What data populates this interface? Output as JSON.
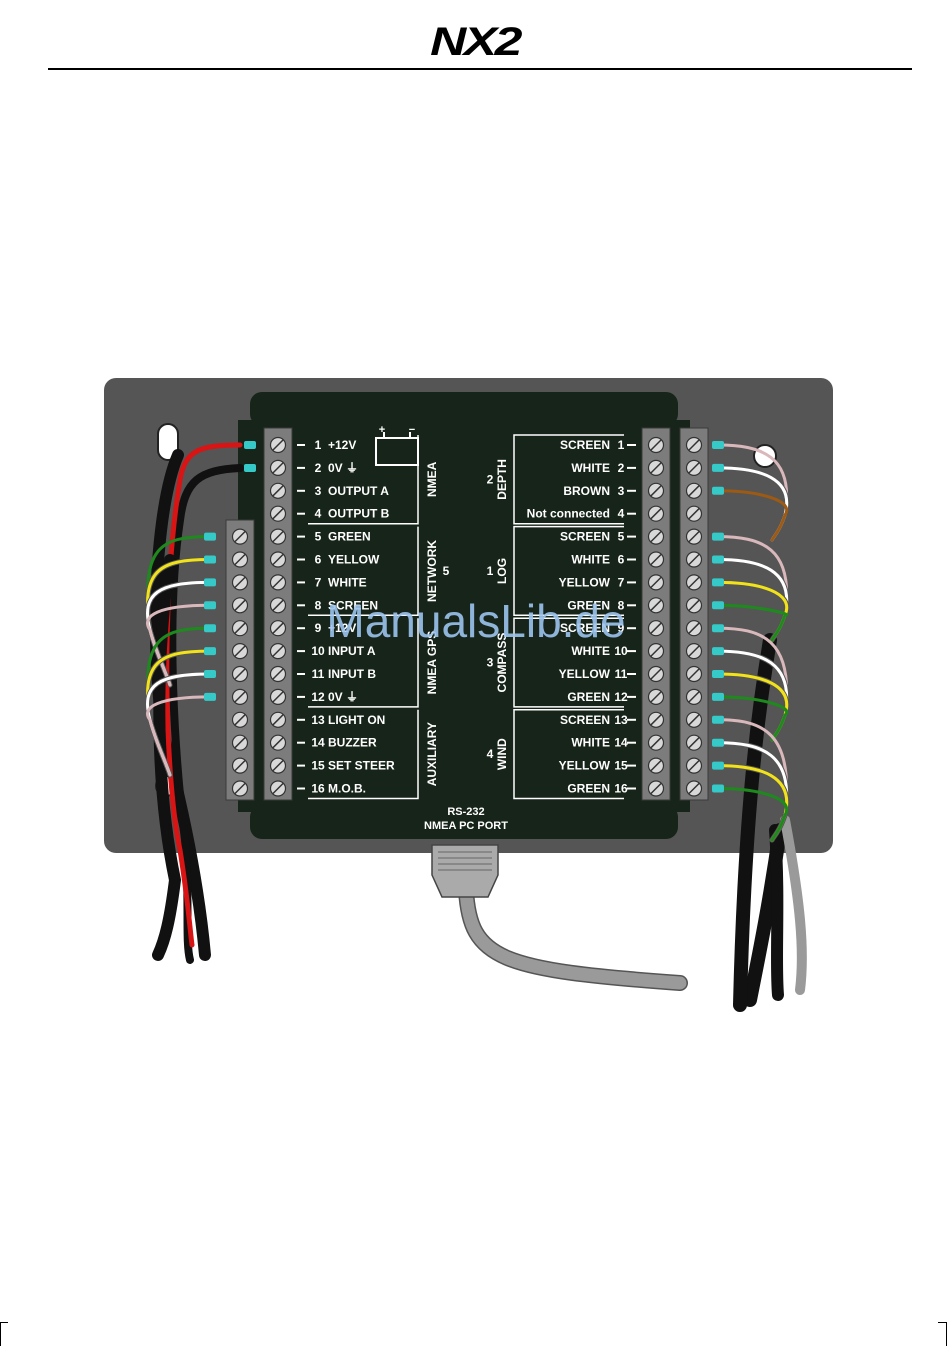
{
  "header": {
    "logo": "NX2"
  },
  "diagram": {
    "left_terminals": [
      {
        "num": "1",
        "label": "+12V"
      },
      {
        "num": "2",
        "label": "0V ⏚"
      },
      {
        "num": "3",
        "label": "OUTPUT A"
      },
      {
        "num": "4",
        "label": "OUTPUT B"
      },
      {
        "num": "5",
        "label": "GREEN"
      },
      {
        "num": "6",
        "label": "YELLOW"
      },
      {
        "num": "7",
        "label": "WHITE"
      },
      {
        "num": "8",
        "label": "SCREEN"
      },
      {
        "num": "9",
        "label": "+12V"
      },
      {
        "num": "10",
        "label": "INPUT A"
      },
      {
        "num": "11",
        "label": "INPUT B"
      },
      {
        "num": "12",
        "label": "0V ⏚"
      },
      {
        "num": "13",
        "label": "LIGHT ON"
      },
      {
        "num": "14",
        "label": "BUZZER"
      },
      {
        "num": "15",
        "label": "SET STEER"
      },
      {
        "num": "16",
        "label": "M.O.B."
      }
    ],
    "left_groups": [
      "NMEA",
      "NETWORK",
      "NMEA GPS",
      "AUXILIARY"
    ],
    "network_count": "5",
    "right_terminals": [
      {
        "num": "1",
        "label": "SCREEN"
      },
      {
        "num": "2",
        "label": "WHITE"
      },
      {
        "num": "3",
        "label": "BROWN"
      },
      {
        "num": "4",
        "label": "Not connected"
      },
      {
        "num": "5",
        "label": "SCREEN"
      },
      {
        "num": "6",
        "label": "WHITE"
      },
      {
        "num": "7",
        "label": "YELLOW"
      },
      {
        "num": "8",
        "label": "GREEN"
      },
      {
        "num": "9",
        "label": "SCREEN"
      },
      {
        "num": "10",
        "label": "WHITE"
      },
      {
        "num": "11",
        "label": "YELLOW"
      },
      {
        "num": "12",
        "label": "GREEN"
      },
      {
        "num": "13",
        "label": "SCREEN"
      },
      {
        "num": "14",
        "label": "WHITE"
      },
      {
        "num": "15",
        "label": "YELLOW"
      },
      {
        "num": "16",
        "label": "GREEN"
      }
    ],
    "right_groups": [
      {
        "num": "2",
        "name": "DEPTH"
      },
      {
        "num": "1",
        "name": "LOG"
      },
      {
        "num": "3",
        "name": "COMPASS"
      },
      {
        "num": "4",
        "name": "WIND"
      }
    ],
    "battery_plus": "+",
    "battery_minus": "−",
    "port_line1": "RS-232",
    "port_line2": "NMEA PC PORT",
    "watermark": "ManualsLib.de"
  },
  "colors": {
    "panel": "#555555",
    "board": "#17241a",
    "terminal_block": "#7c7c7c",
    "label_text": "#ffffff",
    "wire_red": "#d81414",
    "wire_black": "#111111",
    "wire_green": "#1e8a1e",
    "wire_yellow": "#f2e21a",
    "wire_white": "#ffffff",
    "wire_pink": "#d9b8bc",
    "wire_brown": "#9c5a14",
    "ferrule": "#35c9c7",
    "cable_grey": "#9a9a9a",
    "watermark": "#9cc4ee"
  }
}
